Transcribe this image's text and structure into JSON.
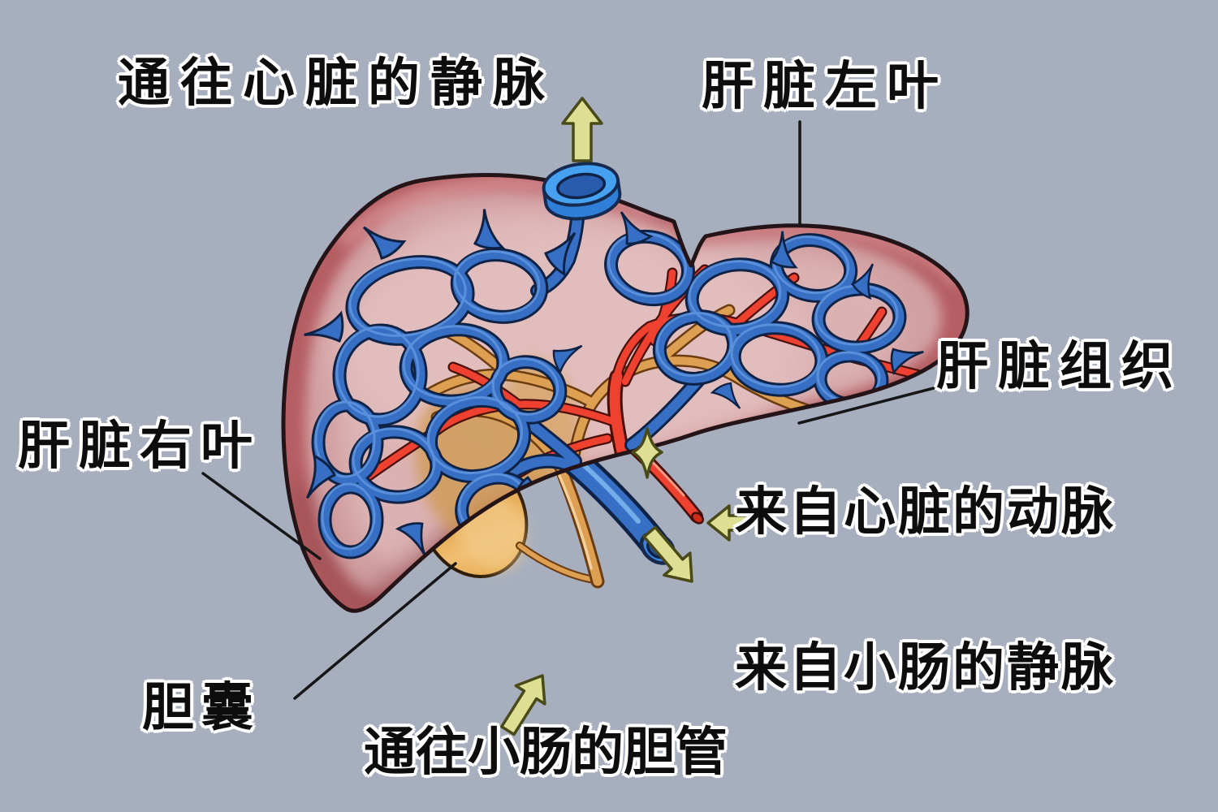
{
  "labels": {
    "vein_to_heart": "通往心脏的静脉",
    "left_lobe": "肝脏左叶",
    "liver_tissue": "肝脏组织",
    "artery_from_heart": "来自心脏的动脉",
    "vein_from_intestine": "来自小肠的静脉",
    "right_lobe": "肝脏右叶",
    "gallbladder": "胆囊",
    "bile_duct_to_intestine": "通往小肠的胆管"
  },
  "colors": {
    "background": "#a7afbf",
    "liver_rim": "#b55e63",
    "liver_inner": "#d7a8a9",
    "vein_blue": "#366fc4",
    "artery_red": "#ee4130",
    "bile_duct_orange": "#dd9f52",
    "gallbladder_orange": "#e8a84e",
    "arrow_yellow": "#dde093",
    "outline_dark": "#241418",
    "label_text": "#0d0d0d",
    "label_halo": "#ffffff"
  }
}
